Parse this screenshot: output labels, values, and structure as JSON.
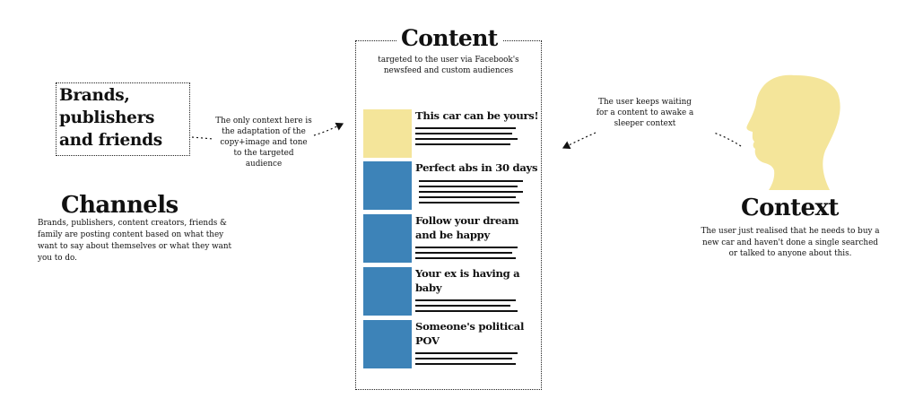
{
  "colors": {
    "highlight": "#f4e59a",
    "post_blue": "#3d83b8",
    "ink": "#111111",
    "head": "#f4e59a"
  },
  "channels": {
    "brands_label": "Brands, publishers and friends",
    "title": "Channels",
    "description": "Brands, publishers, content creators, friends & family are posting content based on what they want to say about themselves or what they want you to do.",
    "context_note": "The only context here is the adaptation of the copy+image and tone to the targeted audience"
  },
  "content": {
    "title": "Content",
    "subtitle": "targeted to the user via Facebook's newsfeed and custom audiences",
    "posts": [
      {
        "title": "This car can be yours!",
        "thumb": "highlight"
      },
      {
        "title": "Perfect abs in 30 days",
        "thumb": "blue"
      },
      {
        "title": "Follow your dream\nand be happy",
        "thumb": "blue"
      },
      {
        "title": "Your ex is having a\nbaby",
        "thumb": "blue"
      },
      {
        "title": "Someone's political\nPOV",
        "thumb": "blue"
      }
    ]
  },
  "context": {
    "title": "Context",
    "description": "The user just realised that he needs to buy a new car and haven't done a single searched or talked to anyone about this.",
    "waiting_note": "The user keeps waiting for a content to awake a sleeper context",
    "head_icon": "head-silhouette-icon"
  }
}
